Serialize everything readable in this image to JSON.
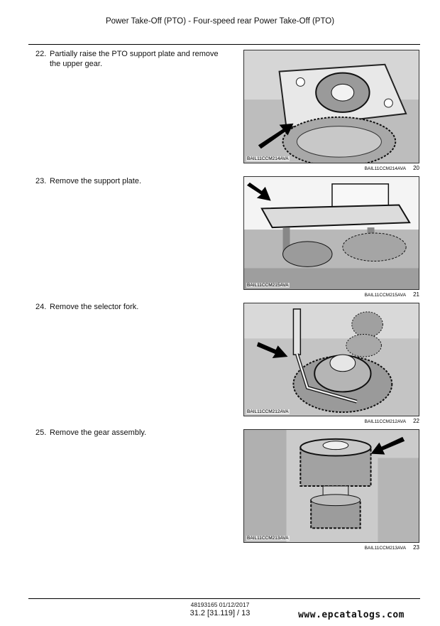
{
  "header": {
    "title": "Power Take-Off (PTO) - Four-speed rear Power Take-Off (PTO)"
  },
  "steps": [
    {
      "number": "22.",
      "text": "Partially raise the PTO support plate and remove the upper gear.",
      "image_code": "BAIL11CCM214AVA",
      "fig_number": "20"
    },
    {
      "number": "23.",
      "text": "Remove the support plate.",
      "image_code": "BAIL11CCM215AVA",
      "fig_number": "21"
    },
    {
      "number": "24.",
      "text": "Remove the selector fork.",
      "image_code": "BAIL11CCM212AVA",
      "fig_number": "22"
    },
    {
      "number": "25.",
      "text": "Remove the gear assembly.",
      "image_code": "BAIL11CCM213AVA",
      "fig_number": "23"
    }
  ],
  "footer": {
    "doc_id": "48193165 01/12/2017",
    "page_ref": "31.2 [31.119] / 13"
  },
  "watermark": "www.epcatalogs.com",
  "colors": {
    "text": "#111111",
    "rule": "#000000",
    "photo_bg": "#cfcfcf"
  }
}
